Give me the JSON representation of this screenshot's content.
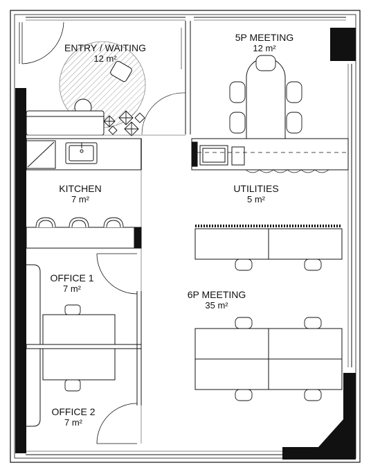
{
  "rooms": [
    {
      "name": "ENTRY / WAITING",
      "area": "12 m²"
    },
    {
      "name": "5P MEETING",
      "area": "12 m²"
    },
    {
      "name": "KITCHEN",
      "area": "7 m²"
    },
    {
      "name": "UTILITIES",
      "area": "5 m²"
    },
    {
      "name": "OFFICE 1",
      "area": "7 m²"
    },
    {
      "name": "6P MEETING",
      "area": "35 m²"
    },
    {
      "name": "OFFICE 2",
      "area": "7 m²"
    }
  ]
}
